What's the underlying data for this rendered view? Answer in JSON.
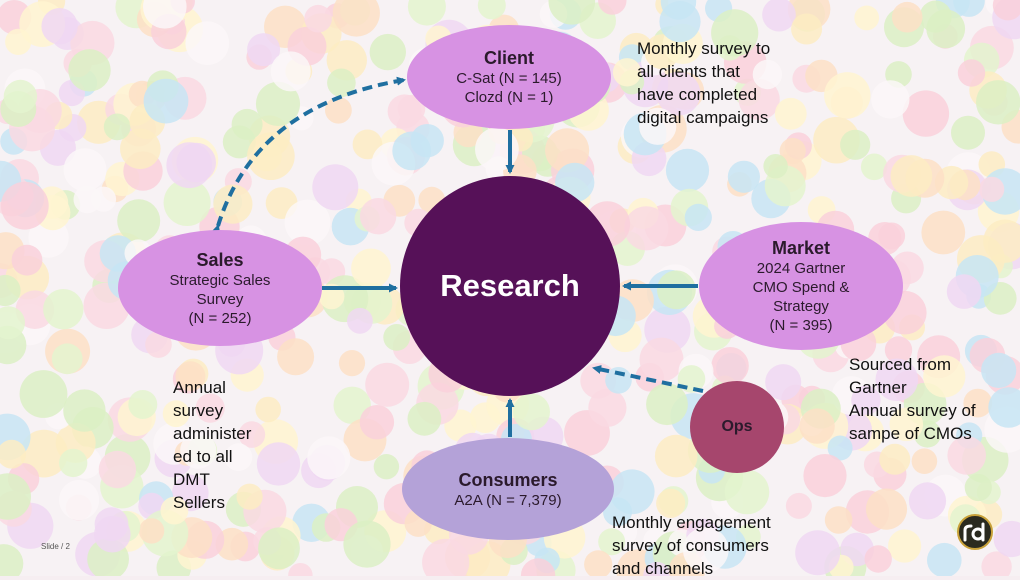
{
  "nodes": {
    "client": {
      "title": "Client",
      "lines": [
        "C-Sat (N = 145)",
        "Clozd (N = 1)"
      ]
    },
    "sales": {
      "title": "Sales",
      "lines": [
        "Strategic Sales",
        "Survey",
        "(N = 252)"
      ]
    },
    "market": {
      "title": "Market",
      "lines": [
        "2024 Gartner",
        "CMO Spend &",
        "Strategy",
        "(N = 395)"
      ]
    },
    "consumers": {
      "title": "Consumers",
      "lines": [
        "A2A (N = 7,379)"
      ]
    },
    "research": {
      "title": "Research"
    },
    "ops": {
      "title": "Ops"
    }
  },
  "notes": {
    "client": [
      "Monthly survey to",
      "all clients that",
      "have completed",
      "digital campaigns"
    ],
    "sales": [
      "Annual",
      "survey",
      "administer",
      "ed to all",
      "DMT",
      "Sellers"
    ],
    "market": [
      "Sourced from",
      "Gartner",
      "Annual survey of",
      "sampe of CMOs"
    ],
    "consumers": [
      "Monthly engagement",
      "survey of consumers",
      "and channels"
    ]
  },
  "footer": {
    "slide_number": "Slide / 2"
  },
  "colors": {
    "research": "#561158",
    "lavender_node": "#d792e3",
    "consumers_node": "#b4a2d8",
    "ops_node": "#a6466d",
    "arrow": "#1f6fa0"
  },
  "logo": {
    "icon": "rd-logo-icon"
  }
}
